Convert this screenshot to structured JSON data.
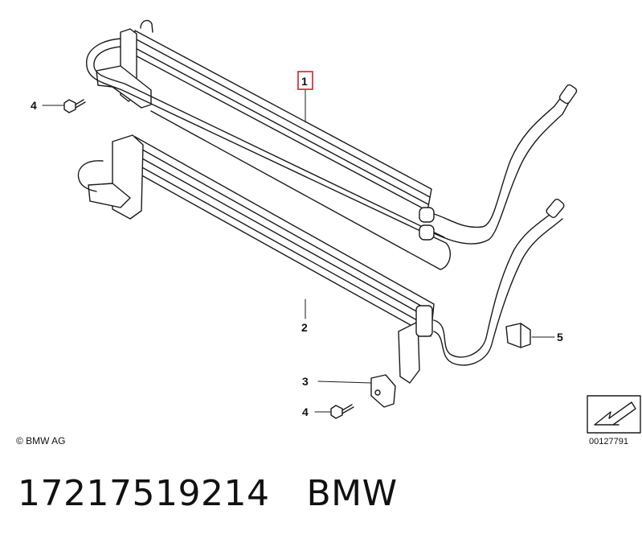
{
  "callouts": {
    "c1": "1",
    "c2": "2",
    "c3": "3",
    "c4a": "4",
    "c4b": "4",
    "c5": "5"
  },
  "copyright": "© BMW AG",
  "drawing_number": "00127791",
  "footer": {
    "part_number": "17217519214",
    "brand": "BMW"
  },
  "colors": {
    "line": "#1a1a1a",
    "highlight_box": "#d0202a"
  }
}
